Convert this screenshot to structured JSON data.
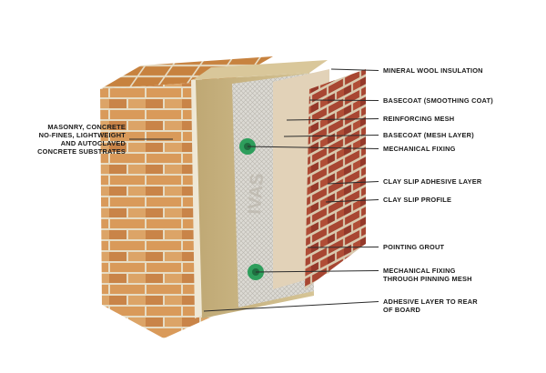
{
  "colors": {
    "brick_light": "#d99a5a",
    "brick_dark": "#b5713a",
    "mortar": "#e6dcc4",
    "insulation": "#cdb98a",
    "mesh": "#d8d6d0",
    "basecoat": "#e2d2b8",
    "clay_slip": "#a84632",
    "fixing": "#2e9e5c",
    "leader": "#2b2b2b"
  },
  "watermark": "IVAS",
  "left_label": {
    "lines": [
      "MASONRY, CONCRETE",
      "NO-FINES, LIGHTWEIGHT",
      "AND AUTOCLAVED",
      "CONCRETE SUBSTRATES"
    ]
  },
  "right_labels": [
    {
      "lines": [
        "MINERAL WOOL INSULATION"
      ]
    },
    {
      "lines": [
        "BASECOAT (SMOOTHING COAT)"
      ]
    },
    {
      "lines": [
        "REINFORCING MESH"
      ]
    },
    {
      "lines": [
        "BASECOAT (MESH LAYER)"
      ]
    },
    {
      "lines": [
        "MECHANICAL FIXING"
      ]
    },
    {
      "lines": [
        "CLAY SLIP ADHESIVE LAYER"
      ]
    },
    {
      "lines": [
        "CLAY SLIP PROFILE"
      ]
    },
    {
      "lines": [
        "POINTING GROUT"
      ]
    },
    {
      "lines": [
        "MECHANICAL FIXING",
        "THROUGH PINNING MESH"
      ]
    },
    {
      "lines": [
        "ADHESIVE LAYER TO REAR",
        "OF BOARD"
      ]
    }
  ]
}
